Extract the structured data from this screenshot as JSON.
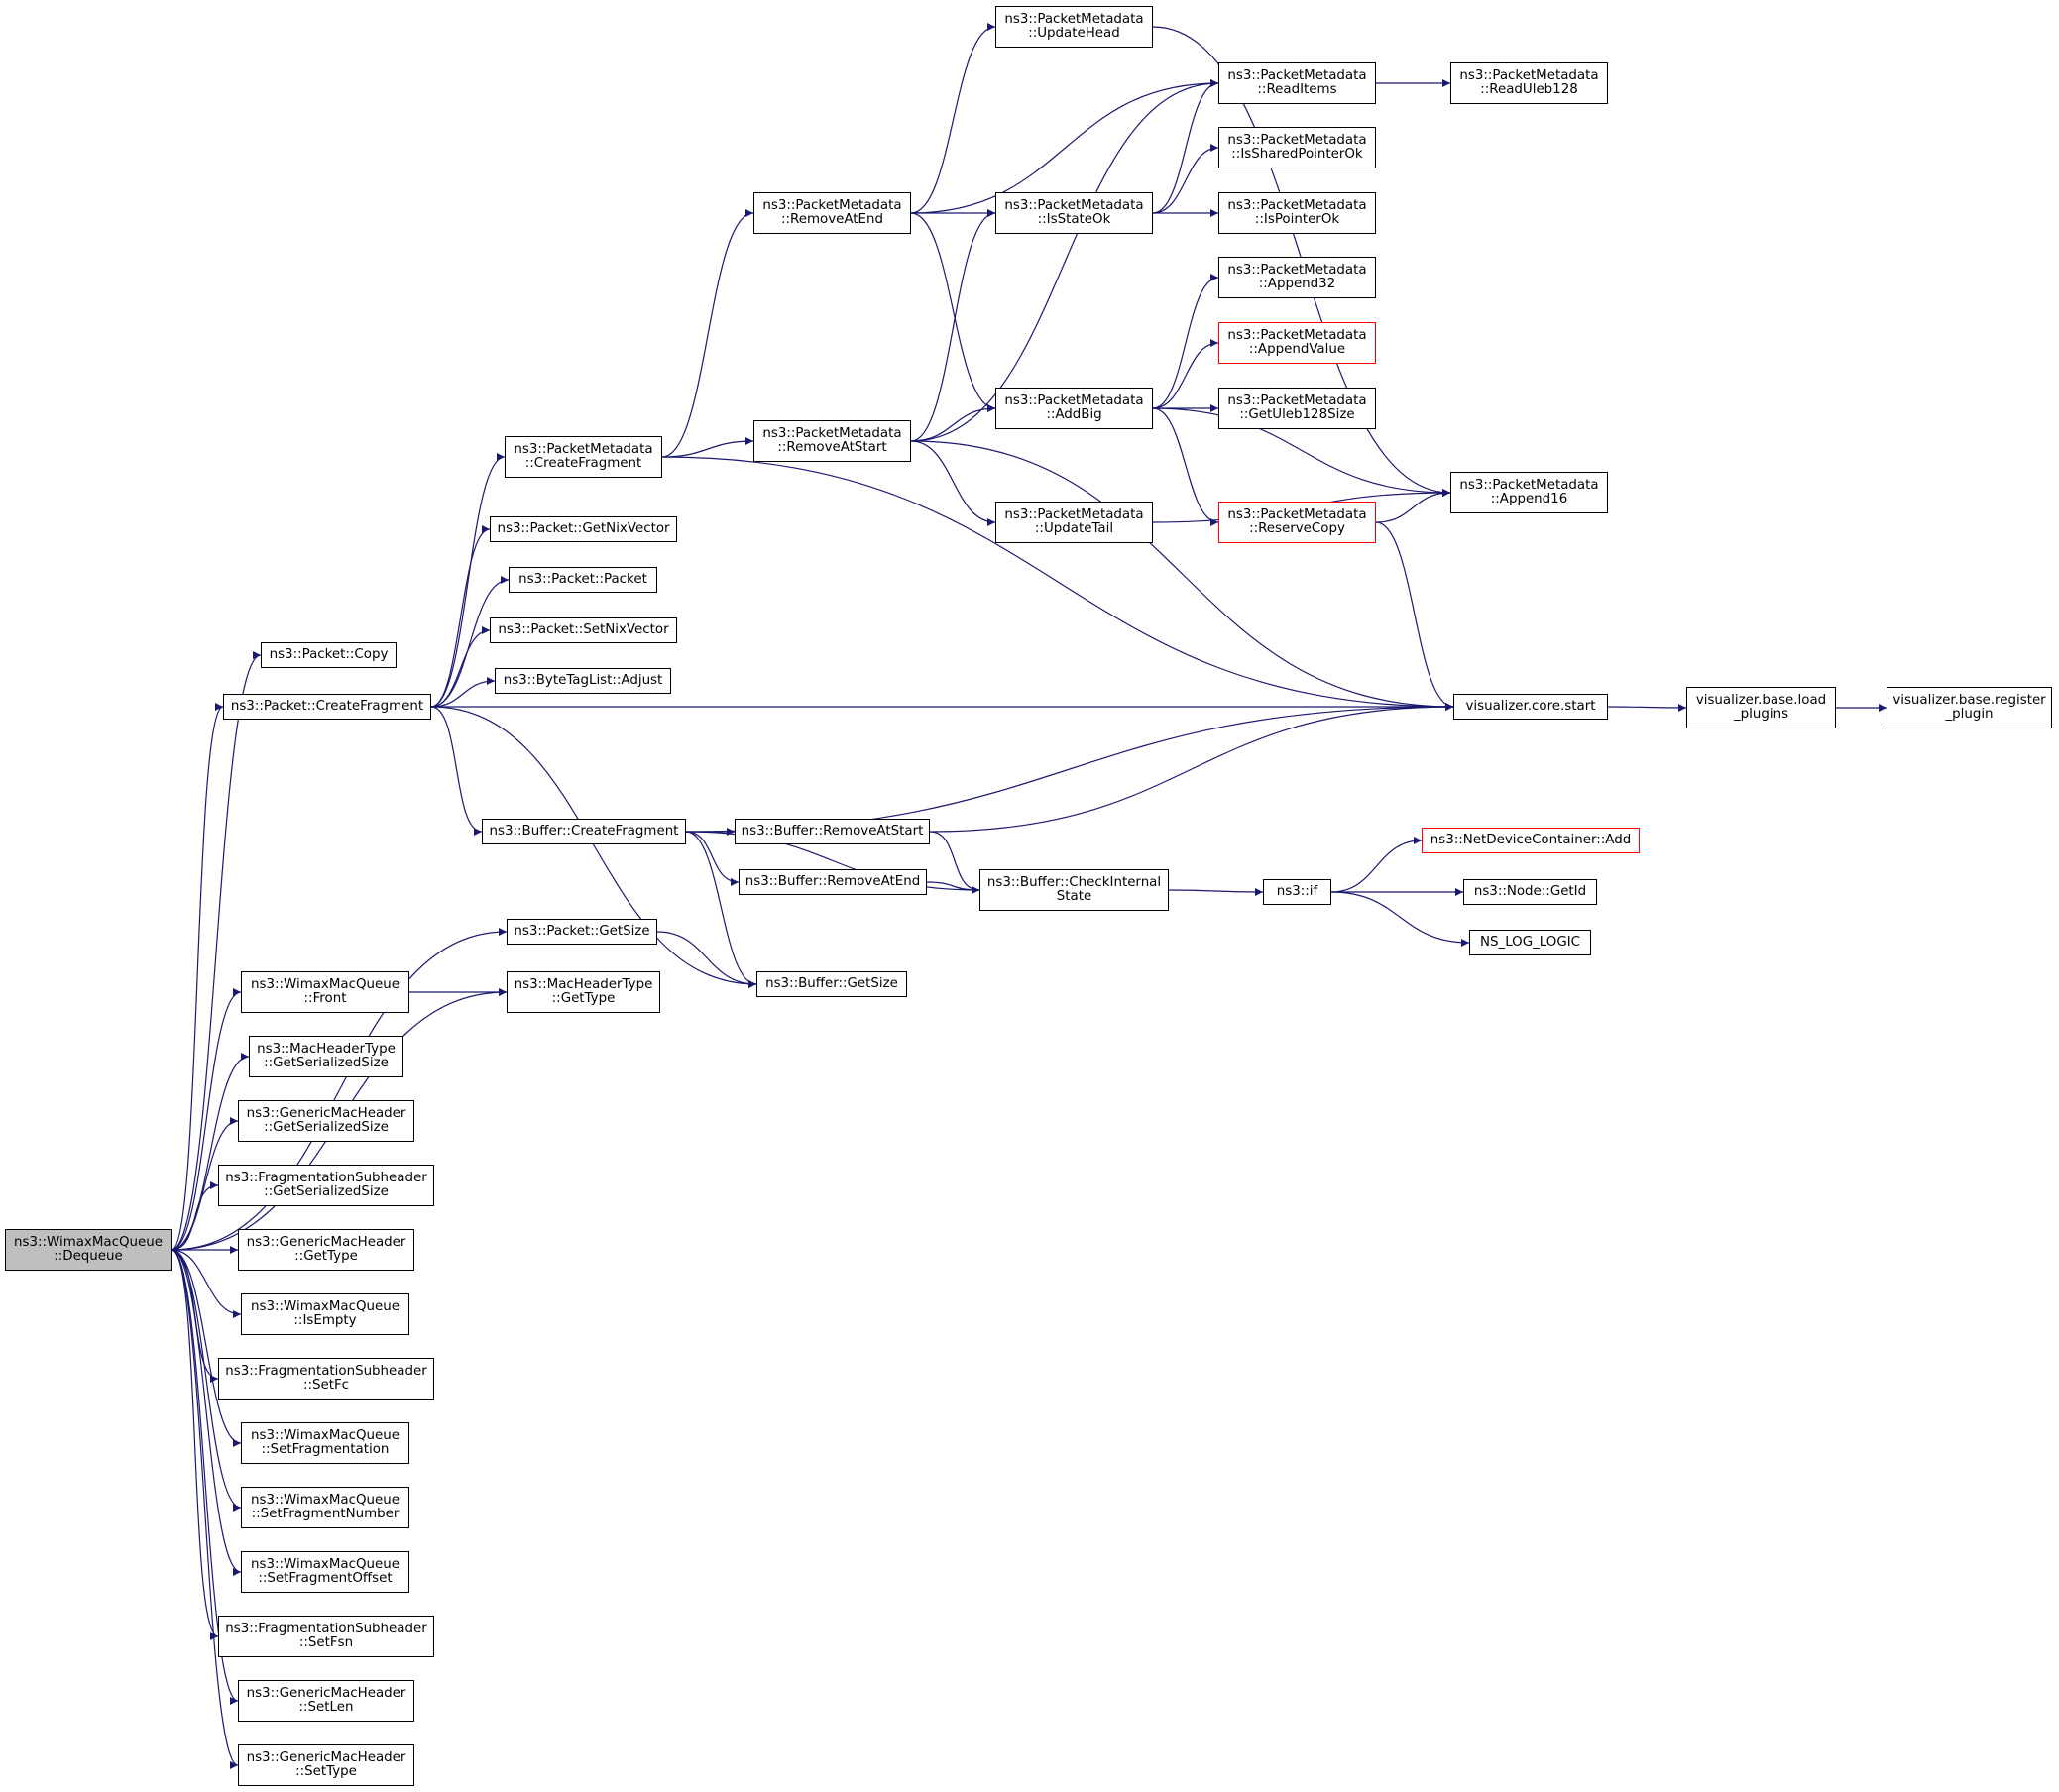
{
  "colors": {
    "edge": "#191970",
    "root_fill": "#bfbfbf",
    "border": "#000000",
    "highlight_border": "#ff0000"
  },
  "nodes": {
    "root": {
      "line1": "ns3::WimaxMacQueue",
      "line2": "::Dequeue"
    },
    "packet_copy": {
      "line1": "ns3::Packet::Copy"
    },
    "packet_createfragment": {
      "line1": "ns3::Packet::CreateFragment"
    },
    "packet_getsize": {
      "line1": "ns3::Packet::GetSize"
    },
    "wimax_front": {
      "line1": "ns3::WimaxMacQueue",
      "line2": "::Front"
    },
    "macheadertype_getserializedsize": {
      "line1": "ns3::MacHeaderType",
      "line2": "::GetSerializedSize"
    },
    "genericmacheader_getserializedsize": {
      "line1": "ns3::GenericMacHeader",
      "line2": "::GetSerializedSize"
    },
    "fragsub_getserializedsize": {
      "line1": "ns3::FragmentationSubheader",
      "line2": "::GetSerializedSize"
    },
    "genericmacheader_gettype": {
      "line1": "ns3::GenericMacHeader",
      "line2": "::GetType"
    },
    "wimax_isempty": {
      "line1": "ns3::WimaxMacQueue",
      "line2": "::IsEmpty"
    },
    "fragsub_setfc": {
      "line1": "ns3::FragmentationSubheader",
      "line2": "::SetFc"
    },
    "wimax_setfragmentation": {
      "line1": "ns3::WimaxMacQueue",
      "line2": "::SetFragmentation"
    },
    "wimax_setfragmentnumber": {
      "line1": "ns3::WimaxMacQueue",
      "line2": "::SetFragmentNumber"
    },
    "wimax_setfragmentoffset": {
      "line1": "ns3::WimaxMacQueue",
      "line2": "::SetFragmentOffset"
    },
    "fragsub_setfsn": {
      "line1": "ns3::FragmentationSubheader",
      "line2": "::SetFsn"
    },
    "genericmacheader_setlen": {
      "line1": "ns3::GenericMacHeader",
      "line2": "::SetLen"
    },
    "genericmacheader_settype": {
      "line1": "ns3::GenericMacHeader",
      "line2": "::SetType"
    },
    "pm_createfragment": {
      "line1": "ns3::PacketMetadata",
      "line2": "::CreateFragment"
    },
    "packet_getnixvector": {
      "line1": "ns3::Packet::GetNixVector"
    },
    "packet_packet": {
      "line1": "ns3::Packet::Packet"
    },
    "packet_setnixvector": {
      "line1": "ns3::Packet::SetNixVector"
    },
    "bytetaglist_adjust": {
      "line1": "ns3::ByteTagList::Adjust"
    },
    "buffer_createfragment": {
      "line1": "ns3::Buffer::CreateFragment"
    },
    "macheadertype_gettype": {
      "line1": "ns3::MacHeaderType",
      "line2": "::GetType"
    },
    "pm_removeatend": {
      "line1": "ns3::PacketMetadata",
      "line2": "::RemoveAtEnd"
    },
    "pm_removeatstart": {
      "line1": "ns3::PacketMetadata",
      "line2": "::RemoveAtStart"
    },
    "buffer_removeatstart": {
      "line1": "ns3::Buffer::RemoveAtStart"
    },
    "buffer_removeatend": {
      "line1": "ns3::Buffer::RemoveAtEnd"
    },
    "buffer_getsize": {
      "line1": "ns3::Buffer::GetSize"
    },
    "pm_updatehead": {
      "line1": "ns3::PacketMetadata",
      "line2": "::UpdateHead"
    },
    "pm_isstateok": {
      "line1": "ns3::PacketMetadata",
      "line2": "::IsStateOk"
    },
    "pm_addbig": {
      "line1": "ns3::PacketMetadata",
      "line2": "::AddBig"
    },
    "pm_updatetail": {
      "line1": "ns3::PacketMetadata",
      "line2": "::UpdateTail"
    },
    "buffer_checkinternalstate": {
      "line1": "ns3::Buffer::CheckInternal",
      "line2": "State"
    },
    "pm_readitems": {
      "line1": "ns3::PacketMetadata",
      "line2": "::ReadItems"
    },
    "pm_issharedpointerok": {
      "line1": "ns3::PacketMetadata",
      "line2": "::IsSharedPointerOk"
    },
    "pm_ispointerok": {
      "line1": "ns3::PacketMetadata",
      "line2": "::IsPointerOk"
    },
    "pm_append32": {
      "line1": "ns3::PacketMetadata",
      "line2": "::Append32"
    },
    "pm_appendvalue": {
      "line1": "ns3::PacketMetadata",
      "line2": "::AppendValue"
    },
    "pm_getuleb128size": {
      "line1": "ns3::PacketMetadata",
      "line2": "::GetUleb128Size"
    },
    "pm_reservecopy": {
      "line1": "ns3::PacketMetadata",
      "line2": "::ReserveCopy"
    },
    "ns3_if": {
      "line1": "ns3::if"
    },
    "pm_readuleb128": {
      "line1": "ns3::PacketMetadata",
      "line2": "::ReadUleb128"
    },
    "pm_append16": {
      "line1": "ns3::PacketMetadata",
      "line2": "::Append16"
    },
    "viz_core_start": {
      "line1": "visualizer.core.start"
    },
    "netdevicecontainer_add": {
      "line1": "ns3::NetDeviceContainer::Add"
    },
    "node_getid": {
      "line1": "ns3::Node::GetId"
    },
    "ns_log_logic": {
      "line1": "NS_LOG_LOGIC"
    },
    "viz_base_load_plugins": {
      "line1": "visualizer.base.load",
      "line2": "_plugins"
    },
    "viz_base_register_plugin": {
      "line1": "visualizer.base.register",
      "line2": "_plugin"
    }
  }
}
